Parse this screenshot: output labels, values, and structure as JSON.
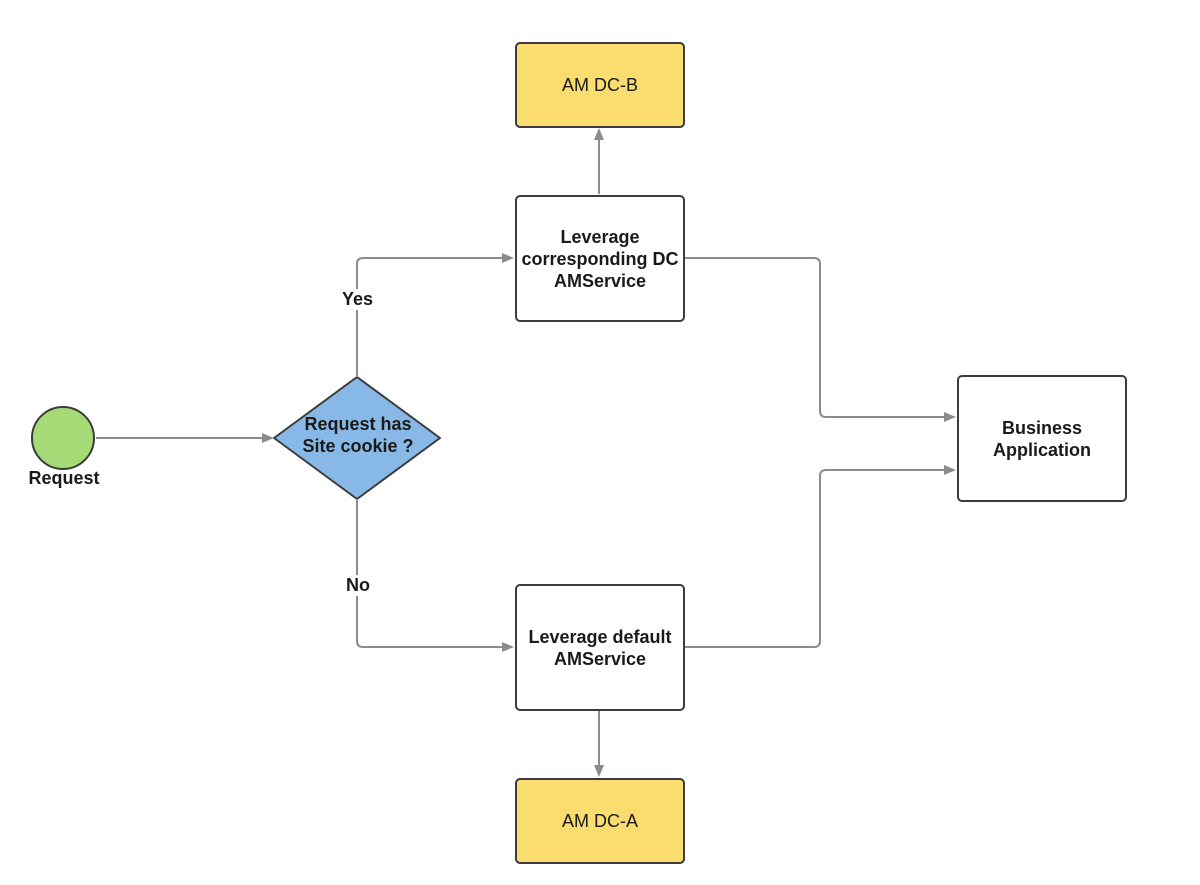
{
  "diagram": {
    "start": {
      "label": "Request",
      "color": "#a5db77"
    },
    "decision": {
      "label": "Request has\nSite cookie ?",
      "color": "#88b9e6"
    },
    "yes_label": "Yes",
    "no_label": "No",
    "process_corresponding": {
      "label": "Leverage\ncorresponding DC\nAMService"
    },
    "process_default": {
      "label": "Leverage default\nAMService"
    },
    "dc_b": {
      "label": "AM DC-B",
      "color": "#fbdc6f"
    },
    "dc_a": {
      "label": "AM DC-A",
      "color": "#fbdc6f"
    },
    "business_app": {
      "label": "Business\nApplication"
    },
    "connector_color": "#8c8c8c"
  }
}
